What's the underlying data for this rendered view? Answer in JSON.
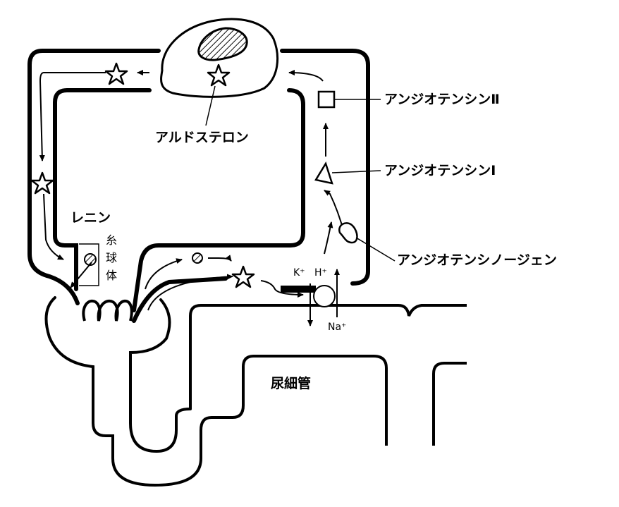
{
  "labels": {
    "angiotensin_2": "アンジオテンシンⅡ",
    "angiotensin_1": "アンジオテンシンⅠ",
    "angiotensinogen": "アンジオテンシノージェン",
    "aldosterone": "アルドステロン",
    "renin": "レニン",
    "glomerulus_1": "糸",
    "glomerulus_2": "球",
    "glomerulus_3": "体",
    "k_ion": "K⁺",
    "h_ion": "H⁺",
    "na_ion": "Na⁺",
    "renal_tubule": "尿細管"
  },
  "colors": {
    "stroke": "#000000",
    "background": "#ffffff"
  }
}
